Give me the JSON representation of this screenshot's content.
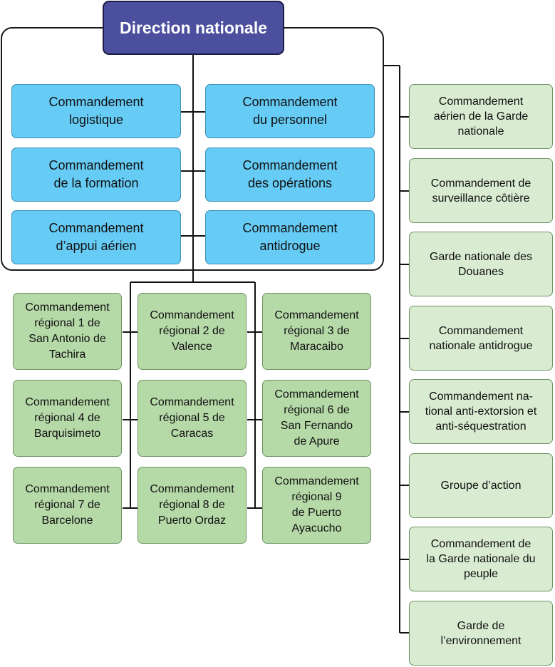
{
  "chart": {
    "root": "Direction nationale",
    "central_commands": [
      "Commandement\nlogistique",
      "Commandement\ndu personnel",
      "Commandement\nde la formation",
      "Commandement\ndes opérations",
      "Commandement\nd’appui aérien",
      "Commandement\nantidrogue"
    ],
    "regional_commands": [
      "Commandement\nrégional 1 de\nSan Antonio de\nTachira",
      "Commandement\nrégional 2 de\nValence",
      "Commandement\nrégional 3 de\nMaracaibo",
      "Commandement\nrégional 4 de\nBarquisimeto",
      "Commandement\nrégional 5 de\nCaracas",
      "Commandement\nrégional 6 de\nSan Fernando\nde Apure",
      "Commandement\nrégional 7 de\nBarcelone",
      "Commandement\nrégional 8 de\nPuerto Ordaz",
      "Commandement\nrégional 9\nde Puerto\nAyacucho"
    ],
    "special_units": [
      "Commandement\naérien de la Garde\nnationale",
      "Commandement de\nsurveillance côtière",
      "Garde nationale des\nDouanes",
      "Commandement\nnationale antidrogue",
      "Commandement na-\ntional anti-extorsion et\nanti-séquestration",
      "Groupe d’action",
      "Commandement de\nla Garde nationale du\npeuple",
      "Garde de\nl’environnement"
    ],
    "colors": {
      "root_fill": "#4b4f9e",
      "central_fill": "#66cbf5",
      "regional_fill": "#b6d9a8",
      "special_fill": "#d9ecd1",
      "connector": "#111111"
    }
  }
}
